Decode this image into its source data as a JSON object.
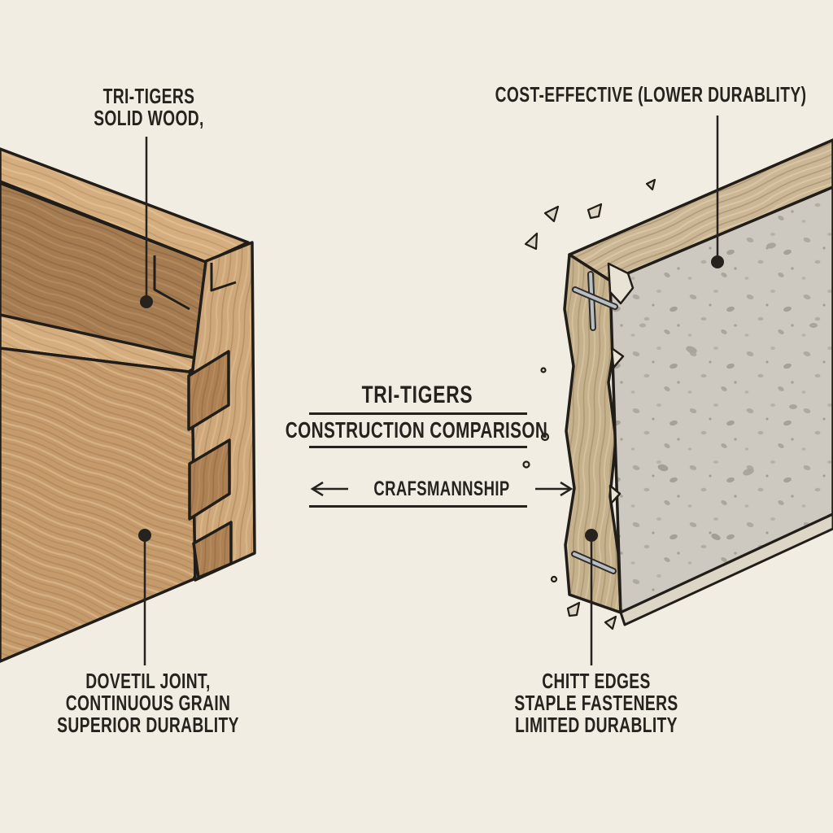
{
  "background_color": "#f1ede2",
  "ink_color": "#26231f",
  "center": {
    "brand": "TRI-TIGERS",
    "title": "CONSTRUCTION COMPARISON",
    "comparison_axis": "CRAFSMANNSHIP"
  },
  "annotations": {
    "top_left": {
      "lines": [
        "TRI-TIGERS",
        "SOLID WOOD,"
      ]
    },
    "top_right": {
      "lines": [
        "COST-EFFECTIVE (LOWER DURABLITY)"
      ]
    },
    "bottom_left": {
      "lines": [
        "DOVETIL JOINT,",
        "CONTINUOUS GRAIN",
        "SUPERIOR DURABLITY"
      ]
    },
    "bottom_right": {
      "lines": [
        "CHITT EDGES",
        "STAPLE FASTENERS",
        "LIMITED DURABLITY"
      ]
    }
  },
  "illustrations": {
    "left_subject": "solid wood drawer corner with dovetail joint",
    "right_subject": "particle board panel with chipped edges and staple fasteners"
  },
  "colors": {
    "wood_face": "#c59b6c",
    "wood_top_edge": "#d5ae80",
    "wood_inner": "#a57c51",
    "wood_end_board": "#cea87a",
    "wood_socket": "#ad8153",
    "board_gray": "#cdc9c0",
    "board_edge_tan": "#c6b18d",
    "chip_light": "#e9e3d6",
    "staple_gray": "#b9bec3",
    "outline": "#211d18"
  }
}
